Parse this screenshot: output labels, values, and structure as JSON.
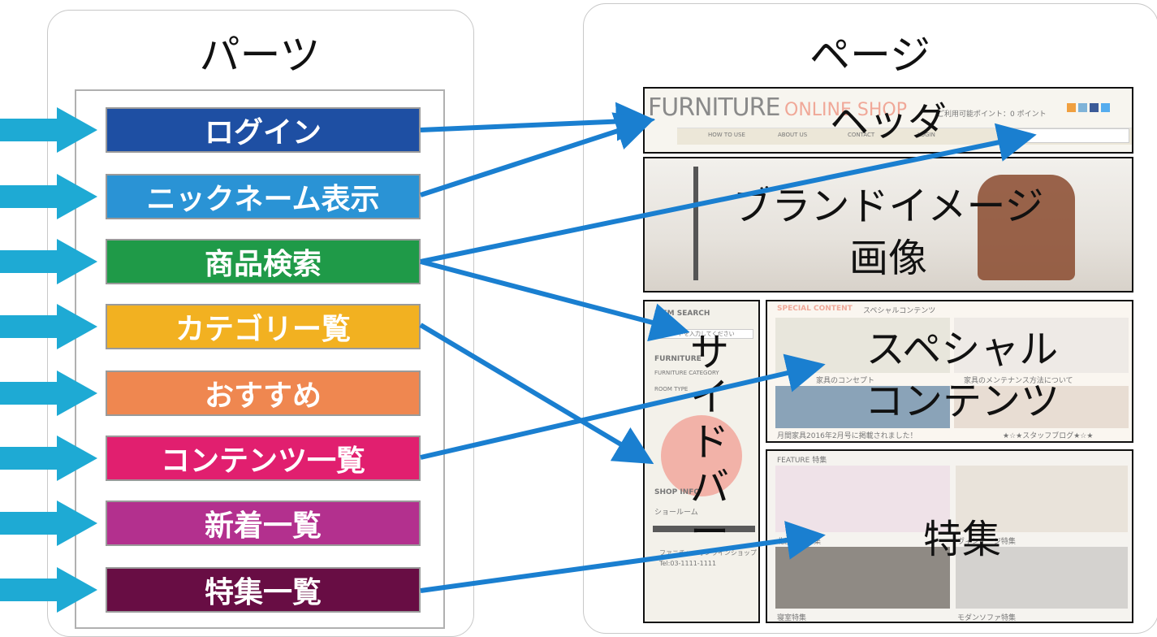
{
  "parts_panel": {
    "title": "パーツ",
    "items": [
      {
        "label": "ログイン",
        "color": "#1e4fa3"
      },
      {
        "label": "ニックネーム表示",
        "color": "#2a93d5"
      },
      {
        "label": "商品検索",
        "color": "#1f9a48"
      },
      {
        "label": "カテゴリー覧",
        "color": "#f2b121"
      },
      {
        "label": "おすすめ",
        "color": "#ef8750"
      },
      {
        "label": "コンテンツ一覧",
        "color": "#e11f6f"
      },
      {
        "label": "新着一覧",
        "color": "#b3308e"
      },
      {
        "label": "特集一覧",
        "color": "#680d44"
      }
    ]
  },
  "page_panel": {
    "title": "ページ",
    "header": {
      "label": "ヘッダ",
      "logo_text": "FURNITURE",
      "logo_sub": "ONLINE SHOP",
      "points_text": "ご利用可能ポイント：0 ポイント",
      "nav": [
        "HOW TO USE",
        "ABOUT US",
        "CONTACT",
        "LOGIN"
      ]
    },
    "brand": {
      "label_line1": "ブランドイメージ",
      "label_line2": "画像"
    },
    "sidebar": {
      "label": "サイドバー",
      "item_search": "ITEM SEARCH",
      "search_placeholder": "キーワードを入力してください",
      "furniture": "FURNITURE",
      "category": "FURNITURE CATEGORY",
      "room_type": "ROOM TYPE",
      "shop_info": "SHOP INFO",
      "showroom": "ショールーム",
      "shop_name": "ファニチャーオンラインショップ",
      "tel": "Tel:03-1111-1111"
    },
    "special": {
      "label_line1": "スペシャル",
      "label_line2": "コンテンツ",
      "heading": "SPECIAL CONTENT",
      "heading_jp": "スペシャルコンテンツ",
      "caption1": "家具のコンセプト",
      "caption2": "家具のメンテナンス方法について",
      "caption3": "月間家具2016年2月号に掲載されました！",
      "caption4": "★☆★スタッフブログ★☆★"
    },
    "feature": {
      "label": "特集",
      "heading": "FEATURE 特集",
      "caption1": "北欧家具特集",
      "caption2": "ヴィンテージ特集",
      "caption3": "寝室特集",
      "caption4": "モダンソファ特集"
    }
  },
  "colors": {
    "arrow": "#1a7fd0",
    "input_arrow": "#1eaad4"
  }
}
